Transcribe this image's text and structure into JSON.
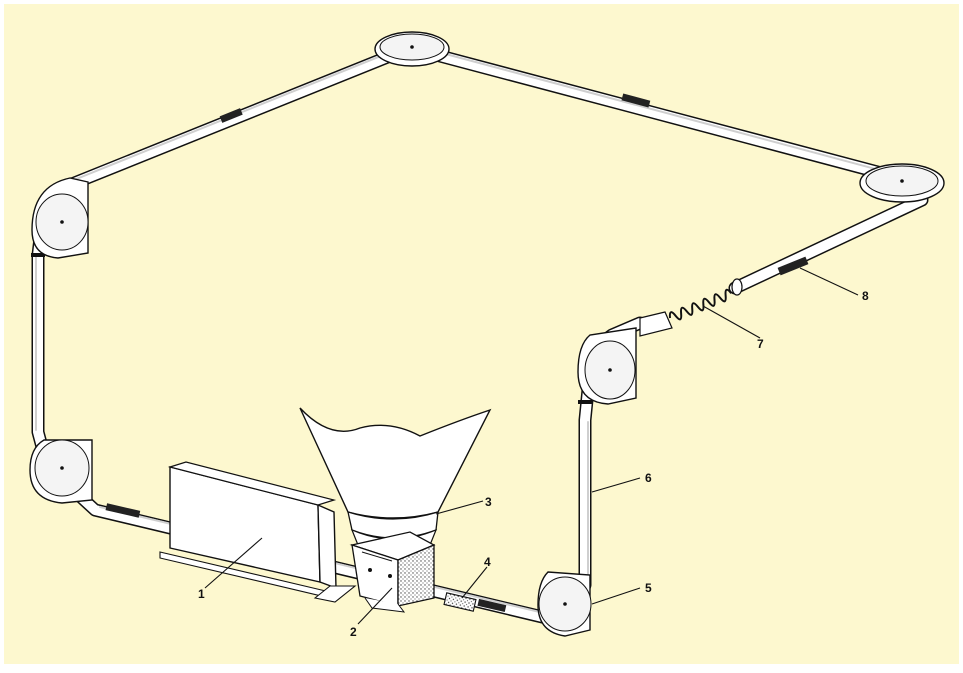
{
  "background_color": "#fdf8cf",
  "line_color": "#111111",
  "callouts": [
    {
      "id": "1",
      "label": "1"
    },
    {
      "id": "2",
      "label": "2"
    },
    {
      "id": "3",
      "label": "3"
    },
    {
      "id": "4",
      "label": "4"
    },
    {
      "id": "5",
      "label": "5"
    },
    {
      "id": "6",
      "label": "6"
    },
    {
      "id": "7",
      "label": "7"
    },
    {
      "id": "8",
      "label": "8"
    }
  ]
}
